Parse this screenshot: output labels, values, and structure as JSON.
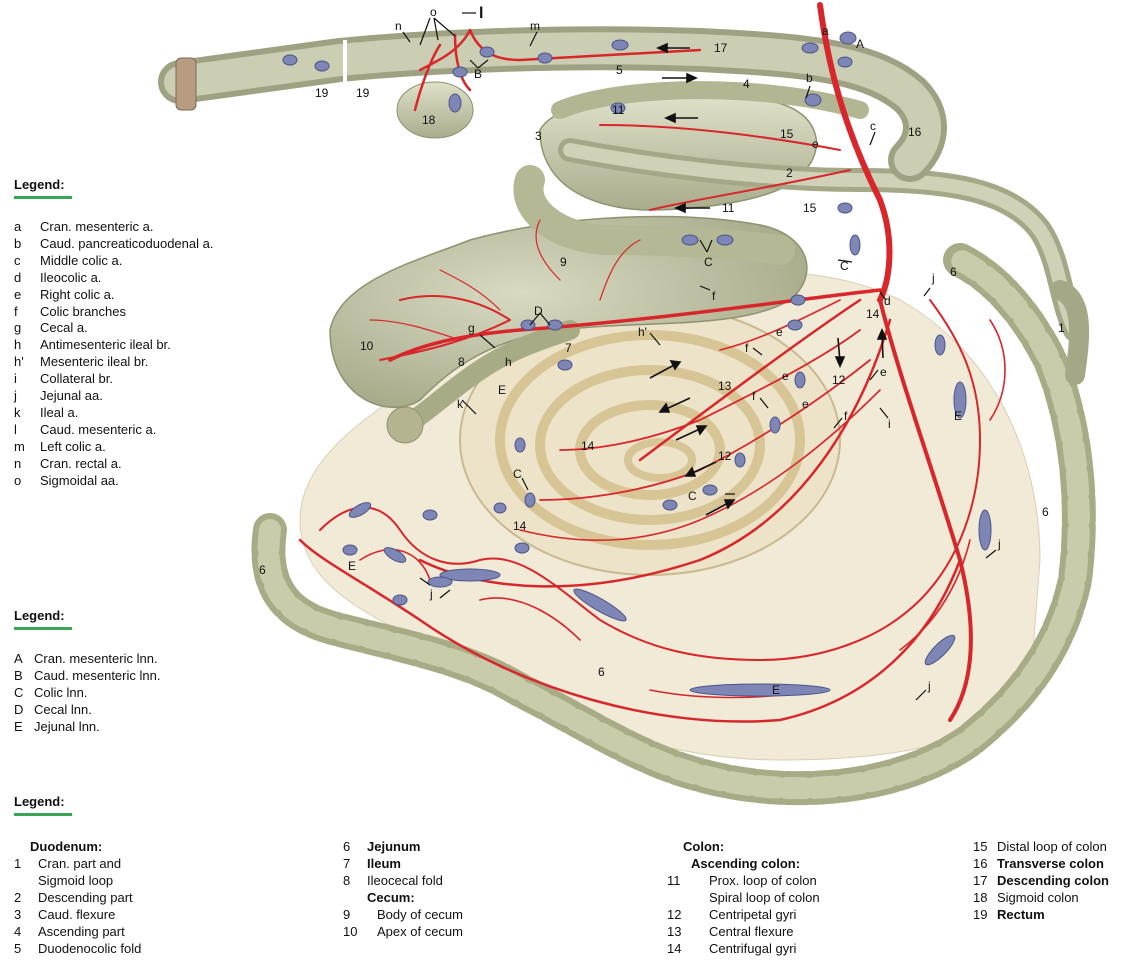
{
  "legend_arteries": {
    "title": "Legend:",
    "items": [
      {
        "key": "a",
        "text": "Cran. mesenteric a."
      },
      {
        "key": "b",
        "text": "Caud. pancreaticoduodenal a."
      },
      {
        "key": "c",
        "text": "Middle colic a."
      },
      {
        "key": "d",
        "text": "Ileocolic a."
      },
      {
        "key": "e",
        "text": "Right colic a."
      },
      {
        "key": "f",
        "text": "Colic branches"
      },
      {
        "key": "g",
        "text": "Cecal a."
      },
      {
        "key": "h",
        "text": "Antimesenteric ileal br."
      },
      {
        "key": "h'",
        "text": "Mesenteric ileal br."
      },
      {
        "key": "i",
        "text": "Collateral br."
      },
      {
        "key": "j",
        "text": "Jejunal aa."
      },
      {
        "key": "k",
        "text": "Ileal a."
      },
      {
        "key": "l",
        "text": "Caud. mesenteric a."
      },
      {
        "key": "m",
        "text": "Left colic a."
      },
      {
        "key": "n",
        "text": "Cran. rectal a."
      },
      {
        "key": "o",
        "text": "Sigmoidal aa."
      }
    ]
  },
  "legend_nodes": {
    "title": "Legend:",
    "items": [
      {
        "key": "A",
        "text": "Cran. mesenteric lnn."
      },
      {
        "key": "B",
        "text": "Caud. mesenteric lnn."
      },
      {
        "key": "C",
        "text": "Colic lnn."
      },
      {
        "key": "D",
        "text": "Cecal lnn."
      },
      {
        "key": "E",
        "text": "Jejunal lnn."
      }
    ]
  },
  "legend_parts": {
    "title": "Legend:",
    "col1": {
      "heading": "Duodenum:",
      "items": [
        {
          "key": "1",
          "text": "Cran. part and"
        },
        {
          "key": "",
          "text": "Sigmoid loop"
        },
        {
          "key": "2",
          "text": "Descending part"
        },
        {
          "key": "3",
          "text": "Caud. flexure"
        },
        {
          "key": "4",
          "text": "Ascending part"
        },
        {
          "key": "5",
          "text": "Duodenocolic fold"
        }
      ]
    },
    "col2": {
      "items": [
        {
          "key": "6",
          "text": "Jejunum",
          "bold": true
        },
        {
          "key": "7",
          "text": "Ileum",
          "bold": true
        },
        {
          "key": "8",
          "text": "Ileocecal fold"
        }
      ],
      "subheading": "Cecum:",
      "sub_items": [
        {
          "key": "9",
          "text": "Body of cecum"
        },
        {
          "key": "10",
          "text": "Apex of cecum"
        }
      ]
    },
    "col3": {
      "heading": "Colon:",
      "subheading": "Ascending colon:",
      "items": [
        {
          "key": "11",
          "text": "Prox. loop of colon"
        },
        {
          "key": "",
          "text": "Spiral loop of colon"
        },
        {
          "key": "12",
          "text": "Centripetal gyri"
        },
        {
          "key": "13",
          "text": "Central flexure"
        },
        {
          "key": "14",
          "text": "Centrifugal gyri"
        }
      ]
    },
    "col4": {
      "items": [
        {
          "key": "15",
          "text": "Distal loop of colon",
          "bold": false
        },
        {
          "key": "16",
          "text": "Transverse colon",
          "bold": true
        },
        {
          "key": "17",
          "text": "Descending colon",
          "bold": true
        },
        {
          "key": "18",
          "text": "Sigmoid colon",
          "bold": false
        },
        {
          "key": "19",
          "text": "Rectum",
          "bold": true
        }
      ]
    }
  },
  "figure_labels": {
    "a": "a",
    "A": "A",
    "b": "b",
    "B": "B",
    "c": "c",
    "C": "C",
    "d": "d",
    "D": "D",
    "e": "e",
    "E": "E",
    "f": "f",
    "g": "g",
    "h": "h",
    "hp": "h'",
    "i": "i",
    "j": "j",
    "k": "k",
    "l": "l",
    "m": "m",
    "n": "n",
    "o": "o",
    "n1": "1",
    "n2": "2",
    "n3": "3",
    "n4": "4",
    "n5": "5",
    "n6": "6",
    "n7": "7",
    "n8": "8",
    "n9": "9",
    "n10": "10",
    "n11": "11",
    "n12": "12",
    "n13": "13",
    "n14": "14",
    "n15": "15",
    "n16": "16",
    "n17": "17",
    "n18": "18",
    "n19": "19"
  },
  "colors": {
    "intestine": "#c9cbb0",
    "intestine_dark": "#a7ab88",
    "cecum": "#bfc2a4",
    "mesentery": "#efe7d2",
    "artery": "#d8262b",
    "lymph_node": "#7d86b4",
    "legend_bar": "#3aa655"
  }
}
